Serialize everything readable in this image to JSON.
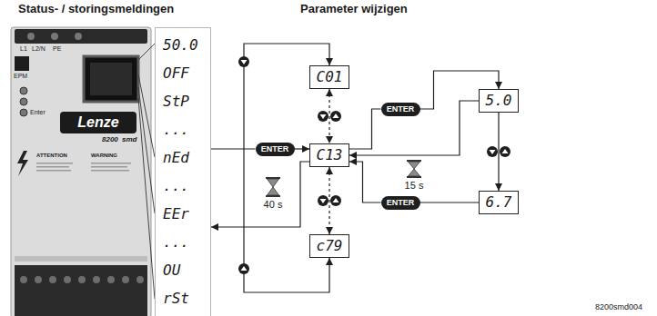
{
  "diagram": {
    "nodes": [
      {
        "text": [
          "50.0",
          "OFF",
          "StP",
          "...",
          "nEd",
          "...",
          "EEr",
          "...",
          "OU",
          "rSt"
        ]
      },
      {
        "text": [
          "ENTER"
        ]
      },
      {
        "text": [
          "C01"
        ]
      },
      {
        "text": [
          "C13"
        ]
      },
      {
        "text": [
          "c79"
        ]
      },
      {
        "text": [
          "ENTER"
        ]
      },
      {
        "text": [
          "5.0"
        ]
      },
      {
        "text": [
          "6.7"
        ]
      },
      {
        "text": [
          "ENTER"
        ]
      }
    ],
    "edges": [
      {
        "from": 0,
        "to": 1,
        "arrow": "none"
      },
      {
        "from": 1,
        "to": 3,
        "arrow": "to"
      },
      {
        "from": 3,
        "to": 0,
        "arrow": "to"
      },
      {
        "from": 2,
        "to": 3,
        "arrow": "both"
      },
      {
        "from": 3,
        "to": 4,
        "arrow": "both"
      },
      {
        "from": 2,
        "to": 4,
        "arrow": "both"
      },
      {
        "from": 3,
        "to": 5,
        "arrow": "none"
      },
      {
        "from": 5,
        "to": 6,
        "arrow": "to"
      },
      {
        "from": 6,
        "to": 7,
        "arrow": "to"
      },
      {
        "from": 7,
        "to": 8,
        "arrow": "none"
      },
      {
        "from": 8,
        "to": 3,
        "arrow": "to"
      },
      {
        "from": 6,
        "to": 3,
        "arrow": "to"
      }
    ],
    "labels": [
      "Status- / storingsmeldingen",
      "Parameter wijzigen",
      "L1",
      "L2/N",
      "PE",
      "EPM",
      "Enter",
      "Lenze",
      "8200",
      "smd",
      "ATTENTION",
      "WARNING",
      "40 s",
      "15 s",
      "8200smd004"
    ]
  }
}
